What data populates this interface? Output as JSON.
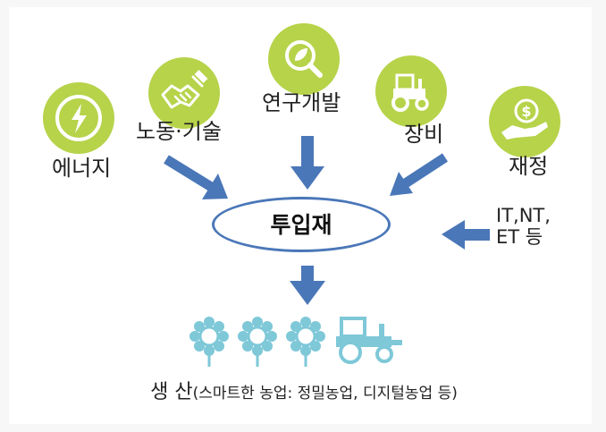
{
  "inputs": {
    "energy": "에너지",
    "labor": "노동·기술",
    "rnd": "연구개발",
    "equipment": "장비",
    "finance": "재정"
  },
  "center": {
    "label": "투입재"
  },
  "tech": {
    "line1": "IT,NT,",
    "line2": "ET 등"
  },
  "production": {
    "main": "생 산",
    "detail": "(스마트한 농업: 정밀농업, 디지털농업 등)"
  },
  "colors": {
    "icon_circle": "#b6d34a",
    "arrow": "#4a77b8",
    "ellipse_border": "#4a77b8",
    "output_icons": "#7ec8d8"
  },
  "icons": {
    "energy": "lightning-bolt-icon",
    "labor": "handshake-tools-icon",
    "rnd": "magnifier-leaf-icon",
    "equipment": "tractor-icon",
    "finance": "dollar-coin-hand-icon",
    "output_flower": "sunflower-icon",
    "output_tractor": "tractor-icon"
  }
}
